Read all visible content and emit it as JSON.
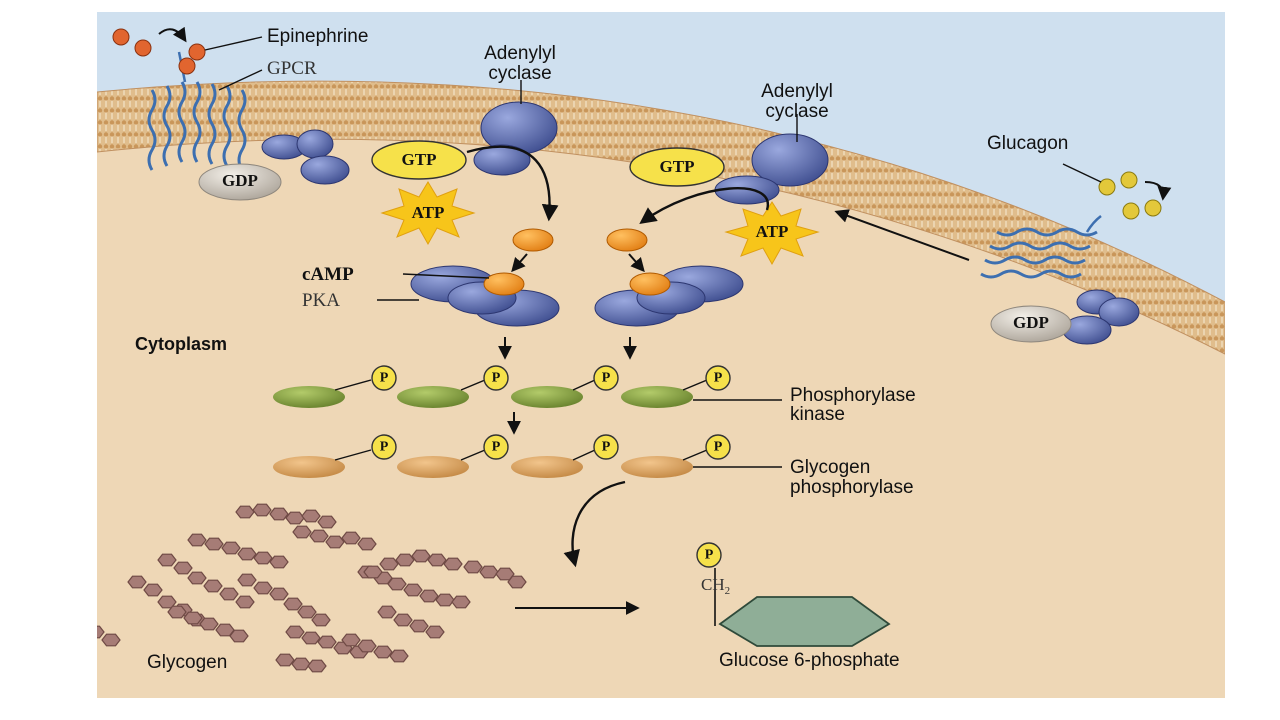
{
  "labels": {
    "epinephrine": "Epinephrine",
    "gpcr": "GPCR",
    "adenylyl_cyclase_left": "Adenylyl\ncyclase",
    "adenylyl_cyclase_right": "Adenylyl\ncyclase",
    "glucagon": "Glucagon",
    "gdp": "GDP",
    "gtp": "GTP",
    "atp": "ATP",
    "camp": "cAMP",
    "pka": "PKA",
    "cytoplasm": "Cytoplasm",
    "phosphate": "P",
    "phosphorylase_kinase_line1": "Phosphorylase",
    "phosphorylase_kinase_line2": "kinase",
    "glycogen_phosphorylase_line1": "Glycogen",
    "glycogen_phosphorylase_line2": "phosphorylase",
    "ch2": "CH",
    "ch2_sub": "2",
    "glycogen": "Glycogen",
    "glucose_6_phosphate": "Glucose 6-phosphate"
  },
  "colors": {
    "extracellular": "#cfe0ef",
    "cytoplasm": "#eed7b6",
    "membrane": "#d9b27f",
    "adenylyl_cyclase": "#4f5fa0",
    "gtp_yellow": "#f6e14a",
    "atp_burst": "#f7c51a",
    "camp_orange": "#f08a16",
    "kinase_green": "#7e9a3a",
    "phosphorylase_tan": "#d09a55",
    "glycogen_brown": "#9a6e68",
    "glucose_hex": "#8fae97"
  }
}
